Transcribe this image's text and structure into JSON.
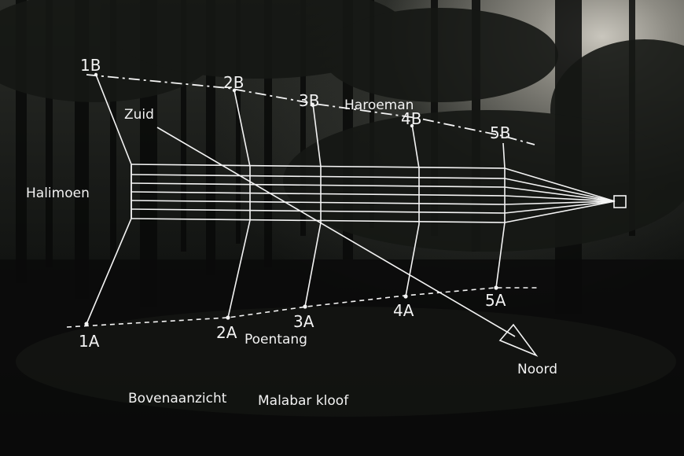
{
  "labels": {
    "point_1b": "1B",
    "point_2b": "2B",
    "point_3b": "3B",
    "point_4b": "4B",
    "point_5b": "5B",
    "point_1a": "1A",
    "point_2a": "2A",
    "point_3a": "3A",
    "point_4a": "4A",
    "point_5a": "5A",
    "zuid": "Zuid",
    "noord": "Noord",
    "haroeman": "Haroeman",
    "poentang": "Poentang",
    "halimoen": "Halimoen",
    "caption_left": "Bovenaanzicht",
    "caption_right": "Malabar kloof"
  },
  "colors": {
    "ink": "#f4f4f4",
    "sky_glow": "#c9c6bd",
    "forest_dark": "#0d0f0d"
  }
}
